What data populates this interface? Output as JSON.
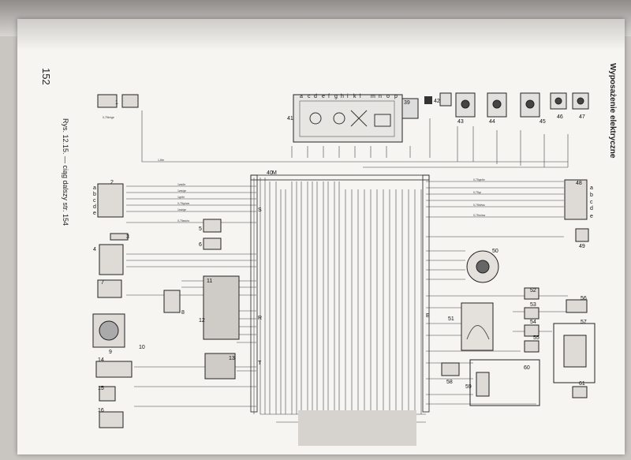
{
  "page": {
    "number": "152",
    "caption": "Rys. 12.15. — ciąg dalszy str. 154",
    "section_title": "Wyposażenie elektryczne"
  },
  "components": {
    "c1": "1",
    "c2": "2",
    "c3": "3",
    "c4": "4",
    "c5": "5",
    "c6": "6",
    "c7": "7",
    "c8": "8",
    "c9": "9",
    "c10": "10",
    "c11": "11",
    "c12": "12",
    "c13": "13",
    "c14": "14",
    "c15": "15",
    "c16": "16",
    "c39": "39",
    "c40": "40",
    "c41": "41",
    "c42": "42",
    "c43": "43",
    "c44": "44",
    "c45": "45",
    "c46": "46",
    "c47": "47",
    "c48": "48",
    "c49": "49",
    "c50": "50",
    "c51": "51",
    "c52": "52",
    "c53": "53",
    "c54": "54",
    "c55": "55",
    "c56": "56",
    "c57": "57",
    "c58": "58",
    "c59": "59",
    "c60": "60",
    "c61": "61"
  },
  "connector_letters": {
    "top": [
      "a",
      "c",
      "d",
      "e",
      "f",
      "g",
      "h",
      "i",
      "k",
      "l",
      "m",
      "n",
      "o",
      "p"
    ],
    "left_2": [
      "a",
      "b",
      "c",
      "d",
      "e"
    ],
    "right_48": [
      "a",
      "b",
      "c",
      "d",
      "e"
    ],
    "block_40": [
      "M",
      "S",
      "R",
      "T",
      "E"
    ]
  },
  "wire_labels": {
    "w1": "0,75br/ge",
    "w2": "1ws/br",
    "w3": "1ws/ge",
    "w4": "1gr/bl",
    "w5": "0,75gr/ws",
    "w6": "1sw/ge",
    "w7": "0,75sw/ro",
    "w8": "0,75ge/br",
    "w9": "0,75gr",
    "w10": "0,75bl/ws",
    "w11": "0,75ro/sw",
    "w12": "1,5br"
  }
}
